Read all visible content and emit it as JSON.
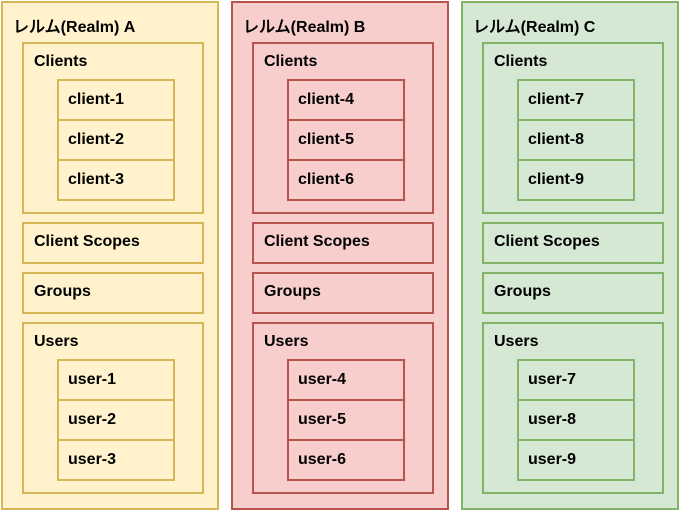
{
  "realms": [
    {
      "title": "レルム(Realm) A",
      "fill": "#fff2cc",
      "stroke": "#d6b656",
      "clients_label": "Clients",
      "clients": [
        "client-1",
        "client-2",
        "client-3"
      ],
      "client_scopes_label": "Client Scopes",
      "groups_label": "Groups",
      "users_label": "Users",
      "users": [
        "user-1",
        "user-2",
        "user-3"
      ]
    },
    {
      "title": "レルム(Realm) B",
      "fill": "#f8cecc",
      "stroke": "#b85450",
      "clients_label": "Clients",
      "clients": [
        "client-4",
        "client-5",
        "client-6"
      ],
      "client_scopes_label": "Client Scopes",
      "groups_label": "Groups",
      "users_label": "Users",
      "users": [
        "user-4",
        "user-5",
        "user-6"
      ]
    },
    {
      "title": "レルム(Realm) C",
      "fill": "#d5e8d4",
      "stroke": "#82b366",
      "clients_label": "Clients",
      "clients": [
        "client-7",
        "client-8",
        "client-9"
      ],
      "client_scopes_label": "Client Scopes",
      "groups_label": "Groups",
      "users_label": "Users",
      "users": [
        "user-7",
        "user-8",
        "user-9"
      ]
    }
  ]
}
